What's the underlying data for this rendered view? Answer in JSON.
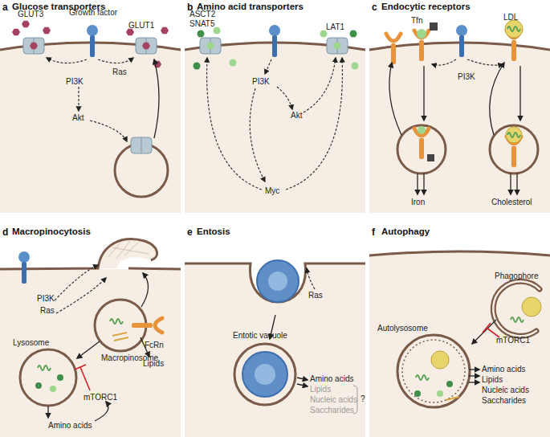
{
  "diagram": {
    "nodes": [
      {
        "text": [
          "a",
          "Glucose transporters"
        ]
      },
      {
        "text": [
          "b",
          "Amino acid transporters"
        ]
      },
      {
        "text": [
          "c",
          "Endocytic receptors"
        ]
      },
      {
        "text": [
          "d",
          "Macropinocytosis"
        ]
      },
      {
        "text": [
          "e",
          "Entosis"
        ]
      },
      {
        "text": [
          "f",
          "Autophagy"
        ]
      }
    ],
    "labels": [
      "GLUT3",
      "Growth factor",
      "GLUT1",
      "PI3K",
      "Ras",
      "Akt",
      "ASCT2 SNAT5",
      "LAT1",
      "PI3K",
      "Akt",
      "Myc",
      "Tfn",
      "LDL",
      "PI3K",
      "Iron",
      "Cholesterol",
      "PI3K",
      "Ras",
      "FcRn",
      "Lysosome",
      "Macropinosome",
      "Lipids",
      "mTORC1",
      "Amino acids",
      "Ras",
      "Entotic vacuole",
      "Amino acids",
      "Lipids",
      "Nucleic acids",
      "Saccharides",
      "?",
      "Phagophore",
      "mTORC1",
      "Autolysosome",
      "Amino acids",
      "Lipids",
      "Nucleic acids",
      "Saccharides"
    ]
  }
}
